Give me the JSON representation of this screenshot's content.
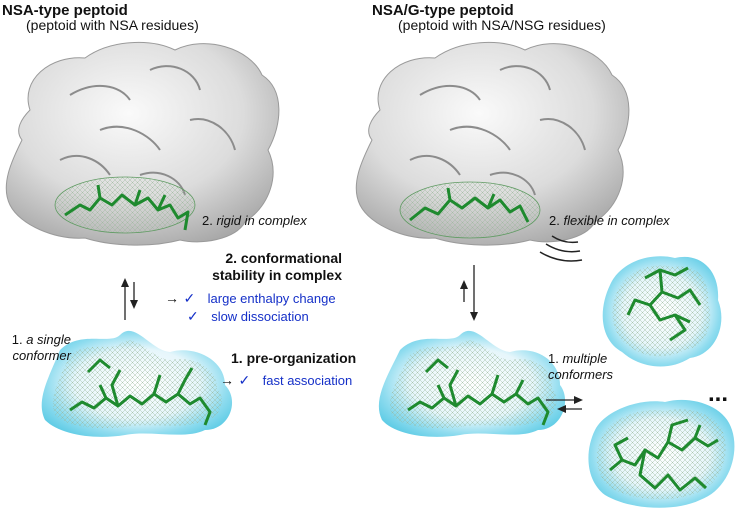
{
  "left": {
    "title": "NSA-type peptoid",
    "subtitle": "(peptoid with NSA residues)",
    "complex_label_num": "2.",
    "complex_label": "rigid in complex",
    "conformer_label_num": "1.",
    "conformer_label_line1": "a single",
    "conformer_label_line2": "conformer"
  },
  "right": {
    "title": "NSA/G-type peptoid",
    "subtitle": "(peptoid with NSA/NSG residues)",
    "complex_label_num": "2.",
    "complex_label": "flexible in complex",
    "conformer_label_num": "1.",
    "conformer_label_line1": "multiple",
    "conformer_label_line2": "conformers",
    "ellipsis": "..."
  },
  "middle": {
    "stability_line1": "2. conformational",
    "stability_line2": "stability in complex",
    "arrow": "→",
    "check": "✓",
    "bullet1": "large enthalpy change",
    "bullet2": "slow dissociation",
    "preorg": "1. pre-organization",
    "bullet3": "fast association"
  },
  "colors": {
    "protein_surface": "#d9d9d9",
    "peptoid_green": "#1e8a2e",
    "halo_cyan": "#6fd3ea",
    "label_blue": "#1530c8"
  }
}
